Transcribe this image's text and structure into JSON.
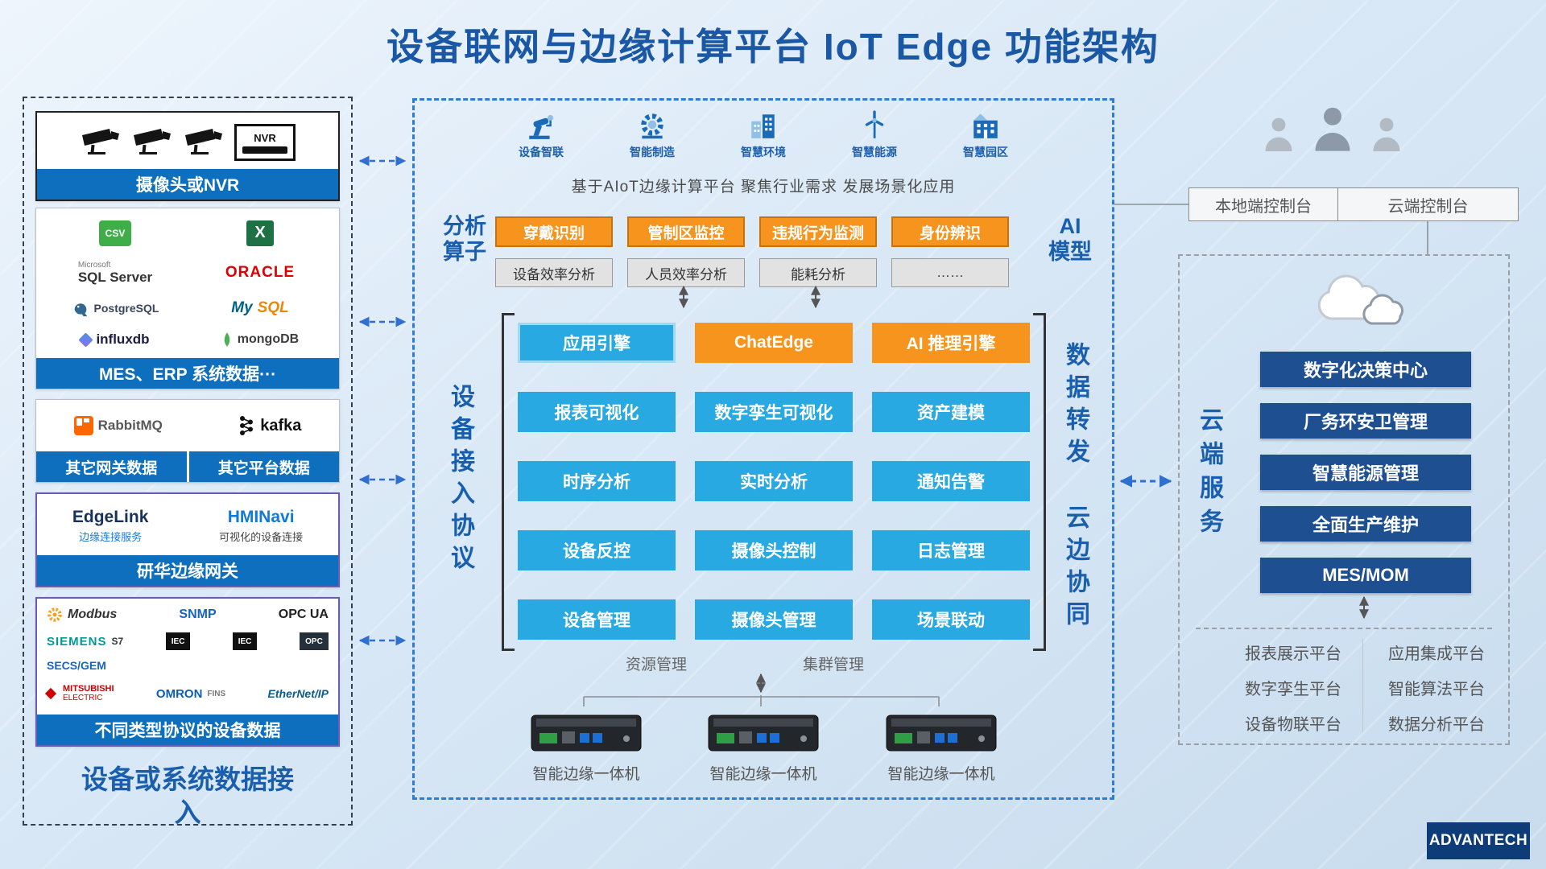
{
  "title": "设备联网与边缘计算平台 IoT Edge 功能架构",
  "colors": {
    "accent_blue": "#1a5fae",
    "cyan": "#29a9e1",
    "orange": "#f7941e",
    "dark_blue": "#1d4f91",
    "banner_blue": "#0d6fbe"
  },
  "left_panel": {
    "camera": {
      "banner": "摄像头或NVR",
      "nvr": "NVR"
    },
    "db": {
      "banner": "MES、ERP 系统数据···",
      "csv": "CSV",
      "excel": "X",
      "microsoft": "Microsoft",
      "sqlserver": "SQL Server",
      "oracle": "ORACLE",
      "postgresql": "PostgreSQL",
      "mysql_my": "My",
      "mysql_sql": "SQL",
      "influxdb": "influxdb",
      "mongodb": "mongoDB"
    },
    "mq": {
      "rabbitmq": "RabbitMQ",
      "kafka": "kafka",
      "banner_left": "其它网关数据",
      "banner_right": "其它平台数据"
    },
    "gateway": {
      "edgelink": "EdgeLink",
      "edgelink_desc": "边缘连接服务",
      "hminavi": "HMINavi",
      "hminavi_desc": "可视化的设备连接",
      "banner": "研华边缘网关"
    },
    "protocols": {
      "modbus": "Modbus",
      "snmp": "SNMP",
      "opcua": "OPC UA",
      "siemens": "SIEMENS",
      "s7": "S7",
      "iec1": "IEC",
      "iec2": "IEC",
      "opc": "OPC",
      "secsgem": "SECS/GEM",
      "mitsubishi": "MITSUBISHI",
      "electric": "ELECTRIC",
      "omron": "OMRON",
      "fins": "FINS",
      "ethernet": "EtherNet/IP",
      "banner": "不同类型协议的设备数据"
    },
    "footer": "设备或系统数据接入"
  },
  "center": {
    "scenarios": [
      {
        "label": "设备智联"
      },
      {
        "label": "智能制造"
      },
      {
        "label": "智慧环境"
      },
      {
        "label": "智慧能源"
      },
      {
        "label": "智慧园区"
      }
    ],
    "subtitle": "基于AIoT边缘计算平台 聚焦行业需求 发展场景化应用",
    "analysis_line1": "分析",
    "analysis_line2": "算子",
    "ai_line1": "AI",
    "ai_line2": "模型",
    "orange_boxes": [
      "穿戴识别",
      "管制区监控",
      "违规行为监测",
      "身份辨识"
    ],
    "gray_boxes": [
      "设备效率分析",
      "人员效率分析",
      "能耗分析",
      "……"
    ],
    "left_vertical": "设备接入协议",
    "right_vertical_top": "数据转发",
    "right_vertical_bottom": "云边协同",
    "grid": [
      [
        "应用引擎",
        "ChatEdge",
        "AI 推理引擎"
      ],
      [
        "报表可视化",
        "数字孪生可视化",
        "资产建模"
      ],
      [
        "时序分析",
        "实时分析",
        "通知告警"
      ],
      [
        "设备反控",
        "摄像头控制",
        "日志管理"
      ],
      [
        "设备管理",
        "摄像头管理",
        "场景联动"
      ]
    ],
    "bottom_label_left": "资源管理",
    "bottom_label_right": "集群管理",
    "devices": [
      {
        "label": "智能边缘一体机"
      },
      {
        "label": "智能边缘一体机"
      },
      {
        "label": "智能边缘一体机"
      }
    ]
  },
  "right": {
    "console_local": "本地端控制台",
    "console_cloud": "云端控制台",
    "vertical": "云端服务",
    "services": [
      "数字化决策中心",
      "厂务环安卫管理",
      "智慧能源管理",
      "全面生产维护",
      "MES/MOM"
    ],
    "platforms": [
      "报表展示平台",
      "应用集成平台",
      "数字孪生平台",
      "智能算法平台",
      "设备物联平台",
      "数据分析平台"
    ]
  },
  "logo": "ADVANTECH"
}
